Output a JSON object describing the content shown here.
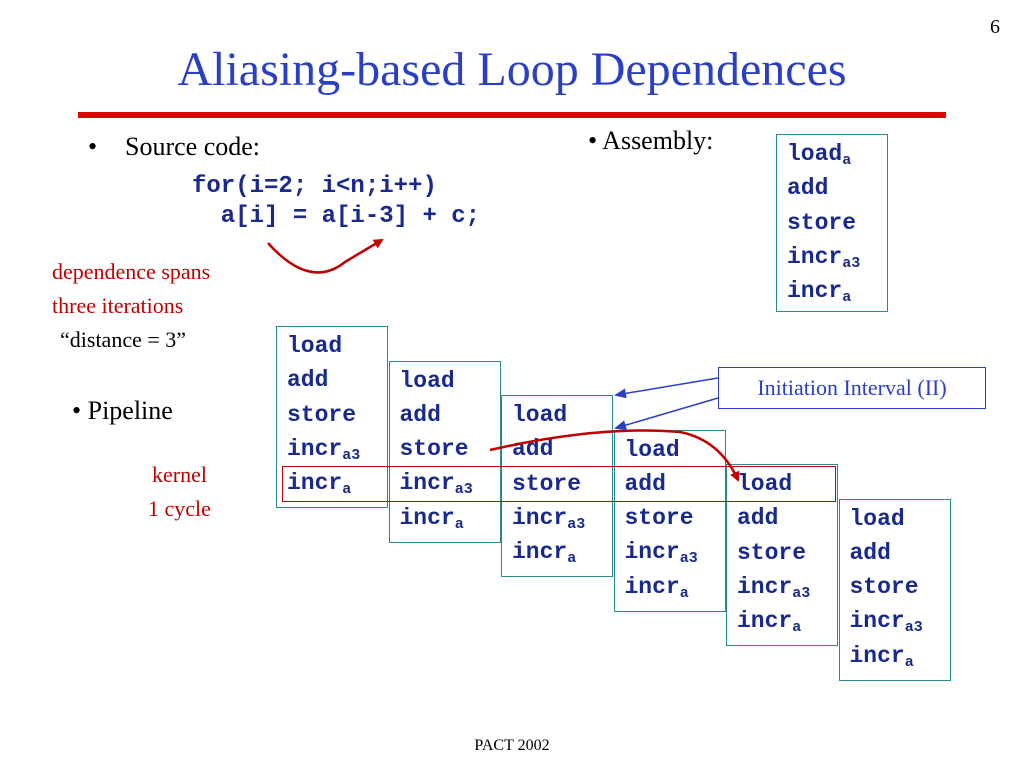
{
  "slide_number": "6",
  "title": "Aliasing-based Loop Dependences",
  "source": {
    "bullet": "•",
    "label": "Source code:",
    "code_line1": "for(i=2; i<n;i++)",
    "code_line2": "  a[i] = a[i-3] + c;"
  },
  "dependence_note": {
    "line1": "dependence spans",
    "line2": "three iterations",
    "line3": "“distance = 3”"
  },
  "assembly": {
    "label": "• Assembly:",
    "instructions": [
      {
        "op": "load",
        "sub": "a"
      },
      {
        "op": "add",
        "sub": ""
      },
      {
        "op": "store",
        "sub": ""
      },
      {
        "op": "incr",
        "sub": "a3"
      },
      {
        "op": "incr",
        "sub": "a"
      }
    ]
  },
  "pipeline": {
    "label": "• Pipeline",
    "kernel_line1": "kernel",
    "kernel_line2": "1 cycle",
    "initiation_interval": "Initiation Interval (II)",
    "stage_instructions": [
      {
        "op": "load",
        "sub": ""
      },
      {
        "op": "add",
        "sub": ""
      },
      {
        "op": "store",
        "sub": ""
      },
      {
        "op": "incr",
        "sub": "a3"
      },
      {
        "op": "incr",
        "sub": "a"
      }
    ],
    "stage_count": 6
  },
  "colors": {
    "title": "#2b3fc4",
    "title_rule": "#e00000",
    "code": "#1a2a8c",
    "dependence": "#c00000",
    "box_border": "#2a8a8a",
    "ii_border": "#2b3fc4"
  },
  "footer": "PACT 2002"
}
